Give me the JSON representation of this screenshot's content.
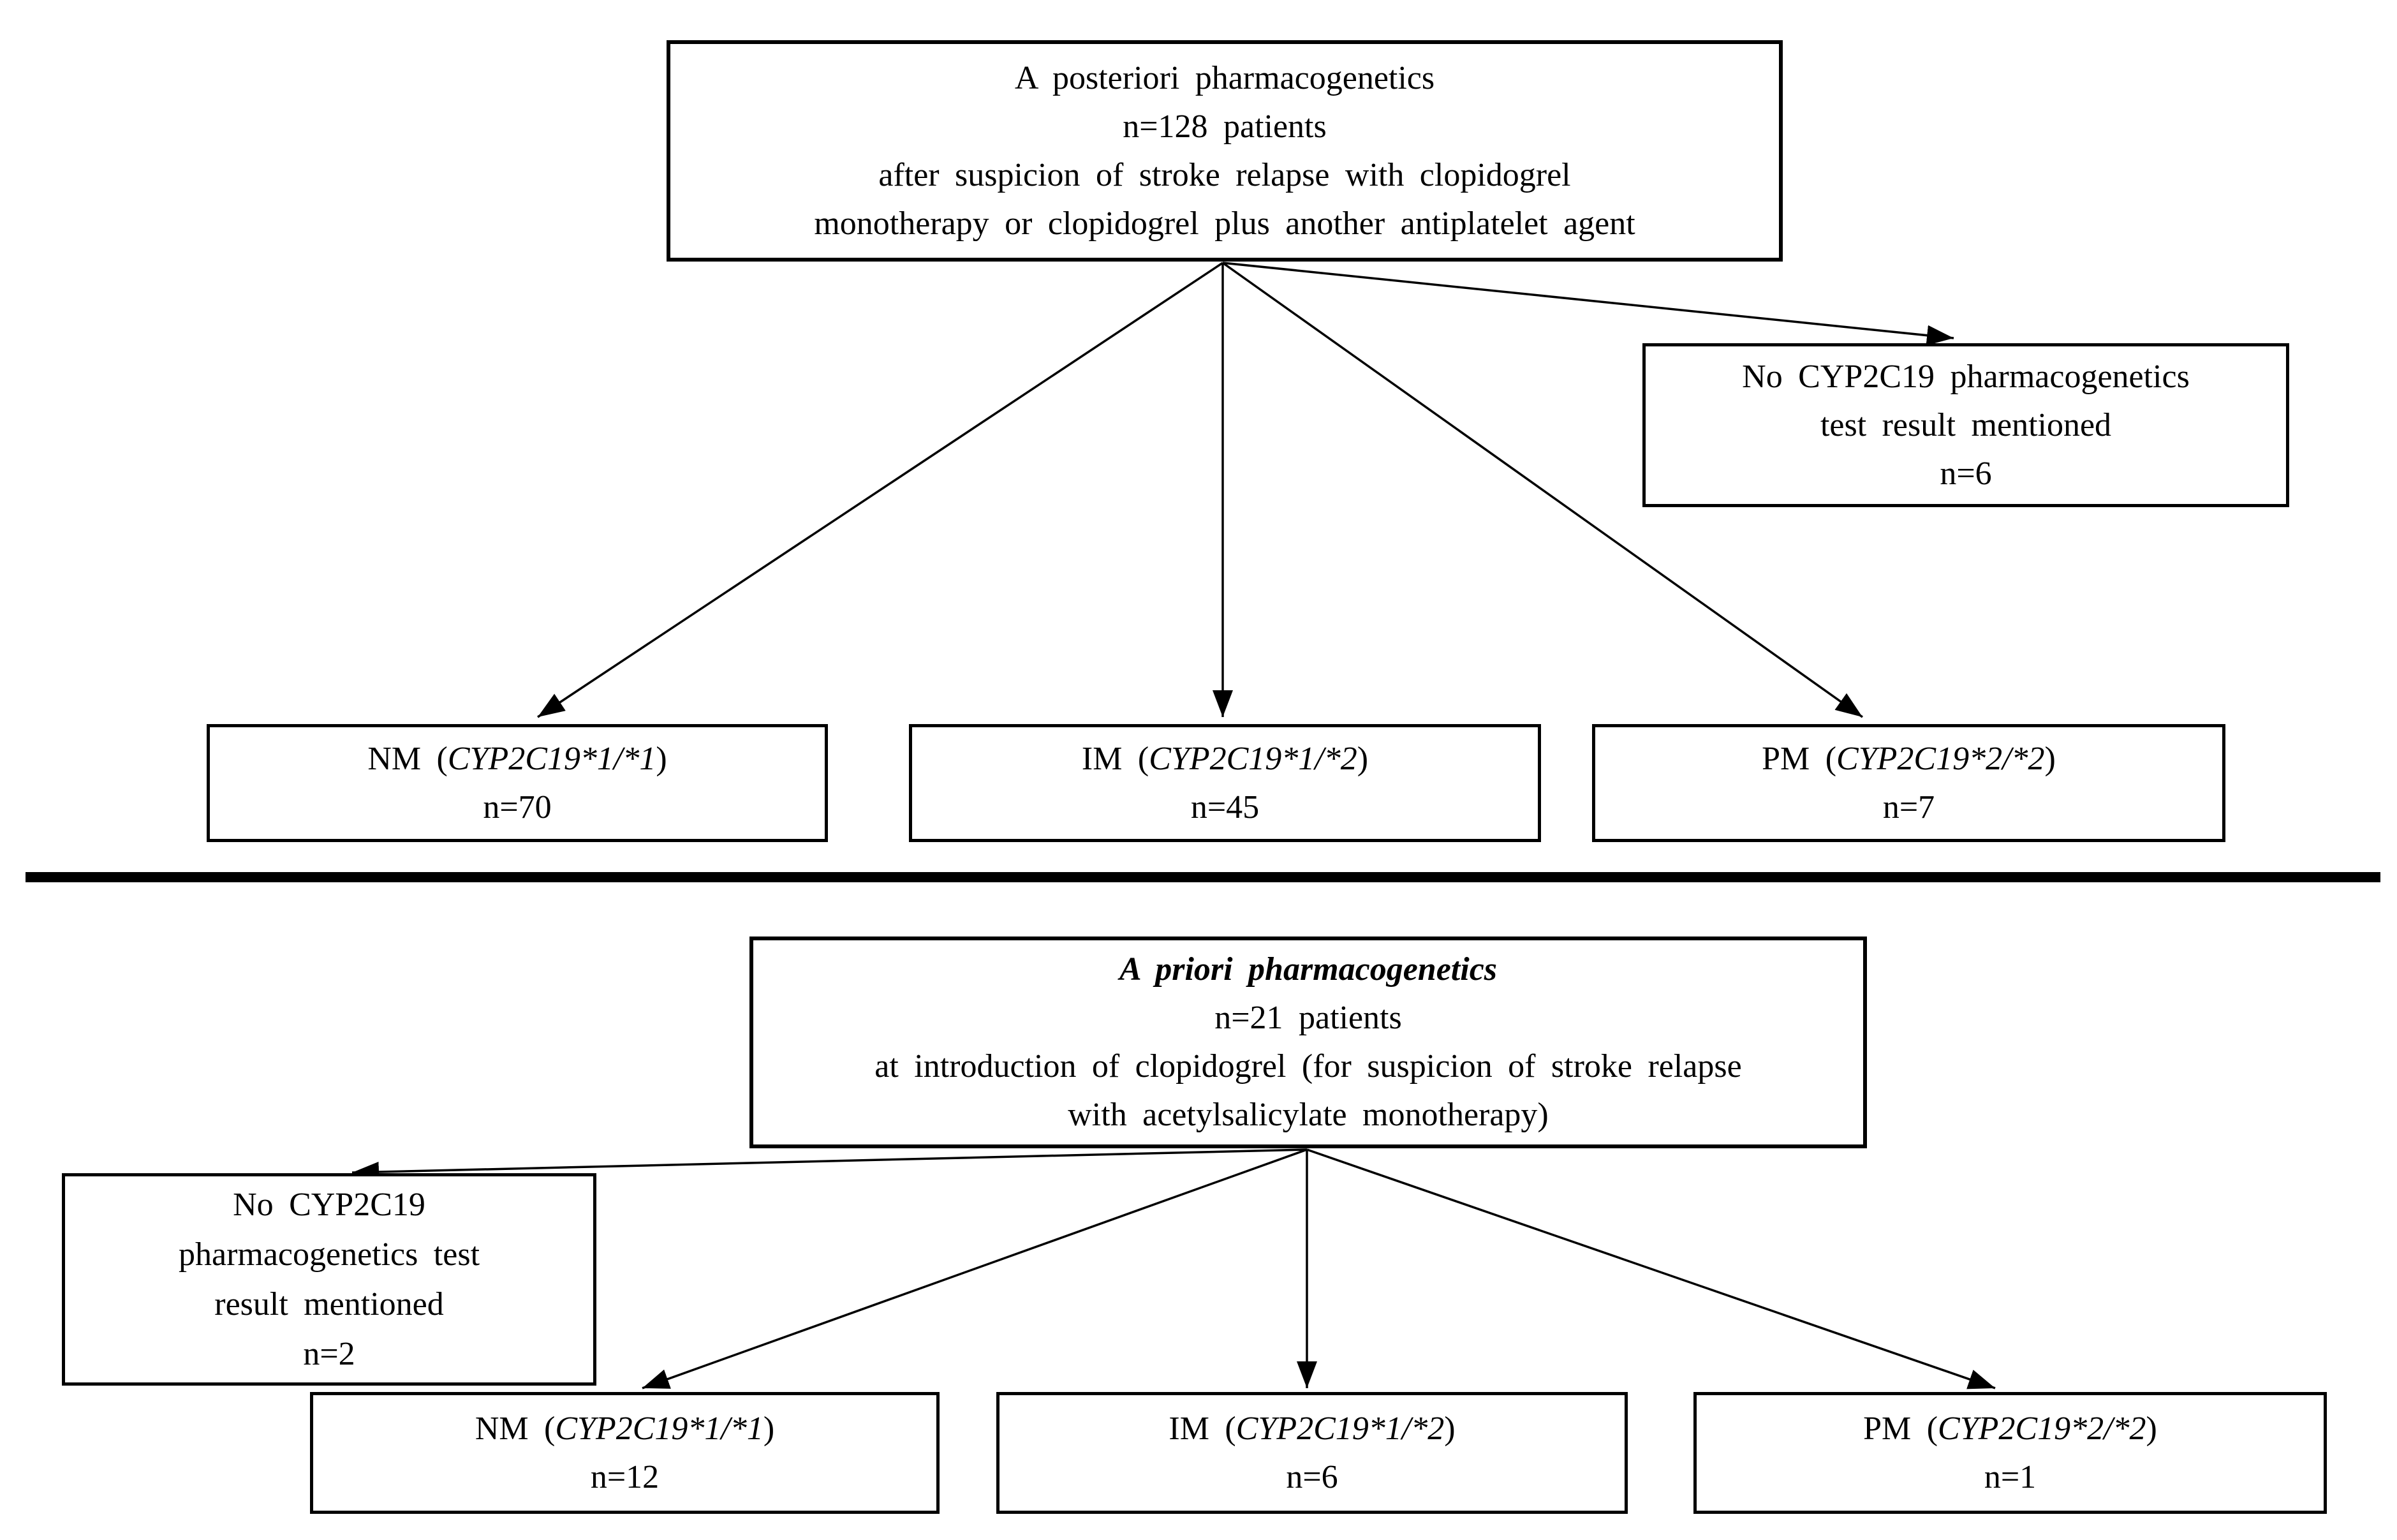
{
  "style_colors": {
    "box_border": "#000000",
    "box_background": "#ffffff",
    "arrow_line": "#000000",
    "divider": "#000000"
  },
  "top_section": {
    "main_box": {
      "lines": [
        "A posteriori pharmacogenetics",
        "n=128 patients",
        "after suspicion of stroke relapse with clopidogrel",
        "monotherapy or clopidogrel plus another antiplatelet agent"
      ]
    },
    "excluded_box": {
      "lines": [
        "No CYP2C19 pharmacogenetics",
        "test result mentioned",
        "n=6"
      ]
    },
    "outcomes": [
      {
        "prefix": "NM (",
        "genotype": "CYP2C19*1/*1",
        "suffix": ")",
        "n": "n=70"
      },
      {
        "prefix": "IM (",
        "genotype": "CYP2C19*1/*2",
        "suffix": ")",
        "n": "n=45"
      },
      {
        "prefix": "PM (",
        "genotype": "CYP2C19*2/*2",
        "suffix": ")",
        "n": "n=7"
      }
    ]
  },
  "bottom_section": {
    "main_box": {
      "title": "A priori pharmacogenetics",
      "lines": [
        "n=21 patients",
        "at introduction of clopidogrel (for suspicion of stroke relapse",
        "with acetylsalicylate monotherapy)"
      ]
    },
    "excluded_box": {
      "lines": [
        "No CYP2C19",
        "pharmacogenetics test",
        "result mentioned",
        "n=2"
      ]
    },
    "outcomes": [
      {
        "prefix": "NM (",
        "genotype": "CYP2C19*1/*1",
        "suffix": ")",
        "n": "n=12"
      },
      {
        "prefix": "IM (",
        "genotype": "CYP2C19*1/*2",
        "suffix": ")",
        "n": "n=6"
      },
      {
        "prefix": "PM (",
        "genotype": "CYP2C19*2/*2",
        "suffix": ")",
        "n": "n=1"
      }
    ]
  }
}
